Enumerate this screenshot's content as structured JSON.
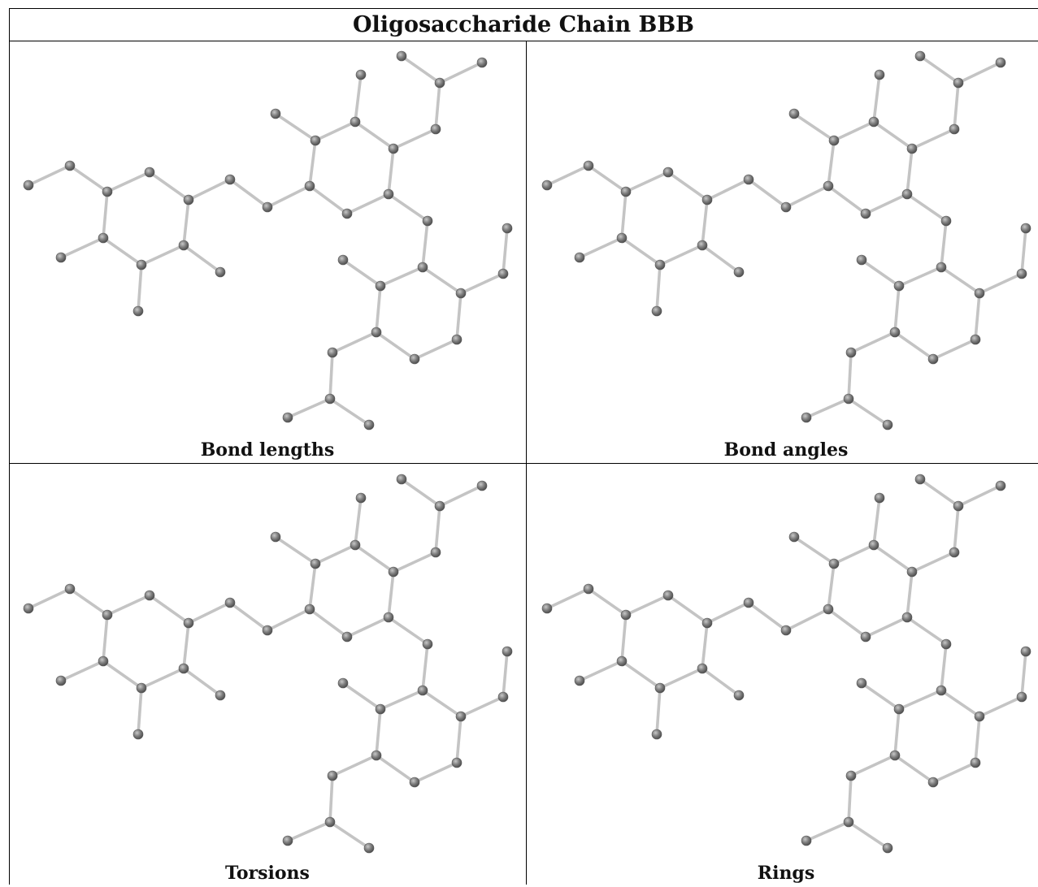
{
  "figure": {
    "title": "Oligosaccharide Chain BBB",
    "panels": [
      {
        "id": "bond-lengths",
        "caption": "Bond lengths"
      },
      {
        "id": "bond-angles",
        "caption": "Bond angles"
      },
      {
        "id": "torsions",
        "caption": "Torsions"
      },
      {
        "id": "rings",
        "caption": "Rings"
      }
    ]
  },
  "colors": {
    "atom": "#7d7d7d",
    "bond": "#c4c4c4",
    "border": "#000000"
  }
}
